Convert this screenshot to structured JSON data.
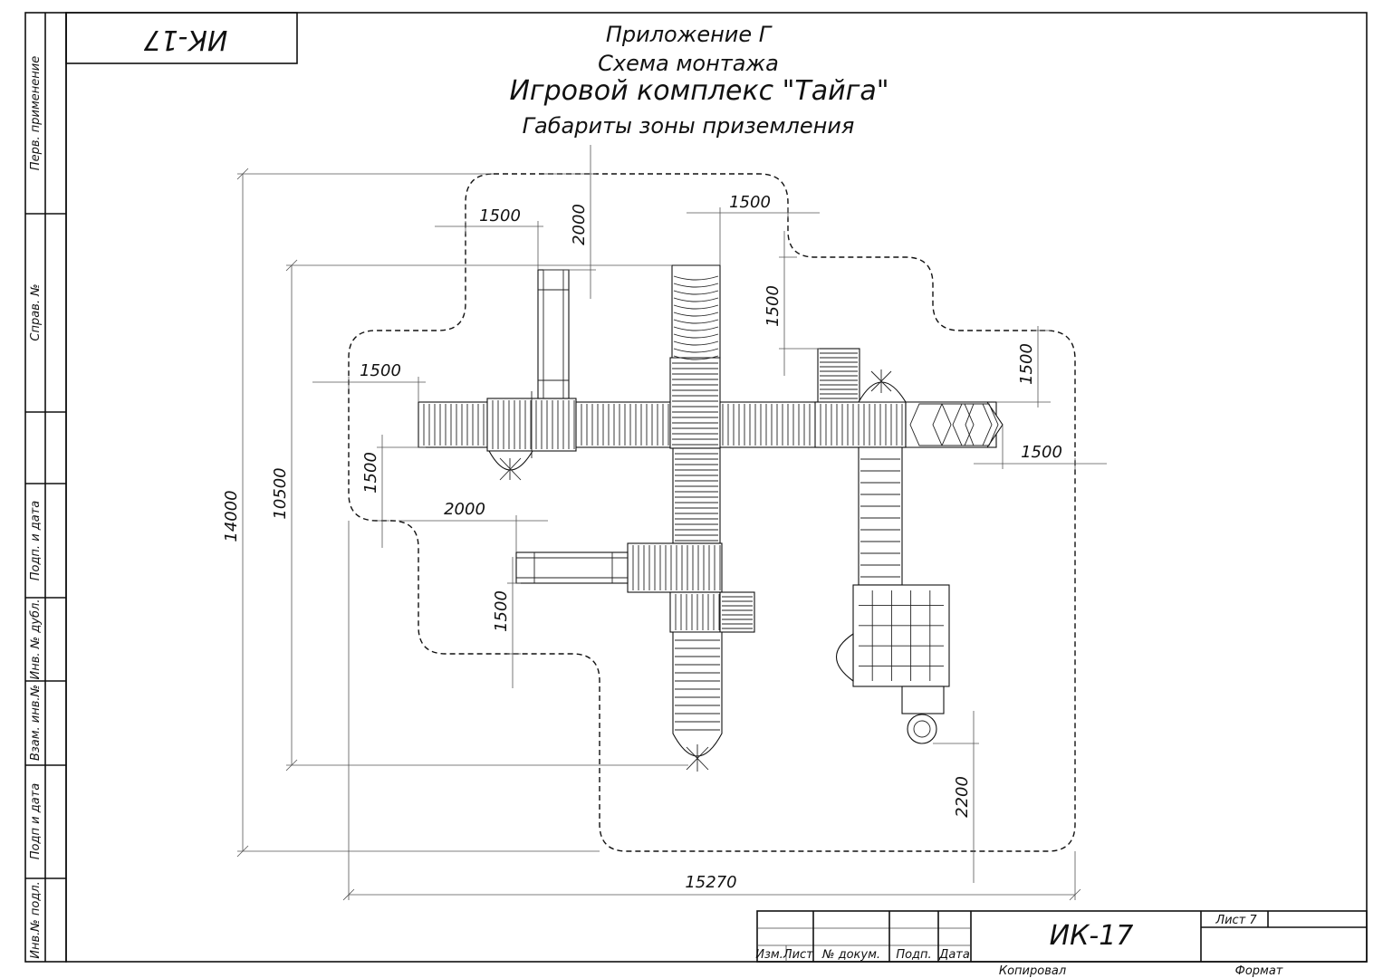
{
  "document": {
    "code_stamp": "ИК-17",
    "appendix": "Приложение Г",
    "scheme": "Схема монтажа",
    "product": "Игровой комплекс \"Тайга\"",
    "subtitle": "Габариты зоны приземления"
  },
  "side_stamp": {
    "perv_primenenie": "Перв. применение",
    "sprav_no": "Справ. №",
    "podp_i_data_1": "Подп. и дата",
    "inv_no_dubl": "Инв. № дубл.",
    "vzam_inv_no": "Взам. инв.№",
    "podp_i_data_2": "Подп и дата",
    "inv_no_podl": "Инв.№ подл."
  },
  "dimensions": {
    "top_left_1500": "1500",
    "top_2000": "2000",
    "top_right_1500": "1500",
    "mid_1500_vertical": "1500",
    "right_top_1500": "1500",
    "left_1500": "1500",
    "left_vertical_1500": "1500",
    "right_1500": "1500",
    "left_2000": "2000",
    "lower_1500": "1500",
    "overall_height": "14000",
    "inner_height": "10500",
    "bottom_2200": "2200",
    "overall_width": "15270"
  },
  "title_block": {
    "izm_list": "Изм.Лист",
    "n_dokum": "№ докум.",
    "podp": "Подп.",
    "data": "Дата",
    "designation": "ИК-17",
    "list_label": "Лист 7",
    "kopiroval": "Копировал",
    "format": "Формат"
  }
}
